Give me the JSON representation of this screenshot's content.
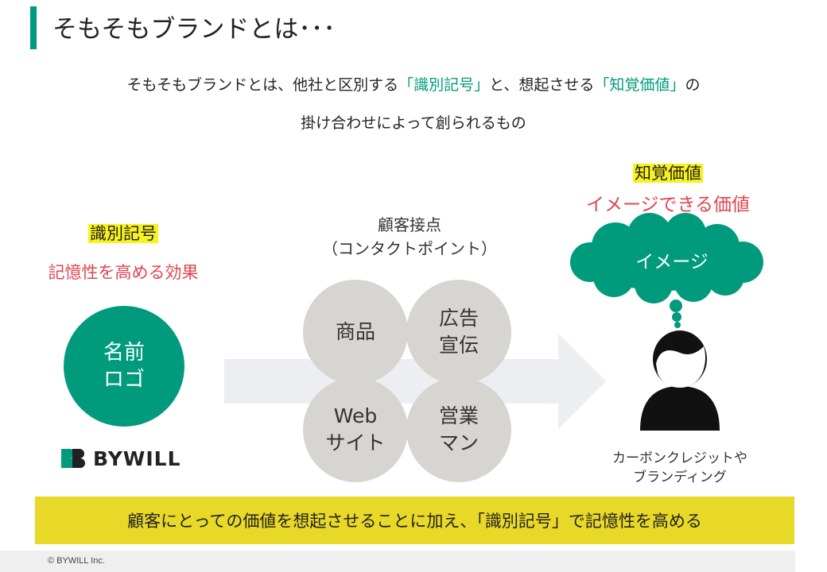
{
  "title": "そもそもブランドとは･･･",
  "intro": {
    "line1_part1": "そもそもブランドとは、他社と区別する",
    "line1_term1": "「識別記号」",
    "line1_part2": "と、想起させる",
    "line1_term2": "「知覚価値」",
    "line1_part3": "の",
    "line2": "掛け合わせによって創られるもの"
  },
  "identifier": {
    "label": "識別記号",
    "effect": "記憶性を高める効果",
    "circle_line1": "名前",
    "circle_line2": "ロゴ",
    "logo_text": "BYWILL"
  },
  "touchpoints": {
    "title_line1": "顧客接点",
    "title_line2": "（コンタクトポイント）",
    "items": [
      {
        "line1": "商品",
        "line2": ""
      },
      {
        "line1": "広告",
        "line2": "宣伝"
      },
      {
        "line1": "Web",
        "line2": "サイト"
      },
      {
        "line1": "営業",
        "line2": "マン"
      }
    ]
  },
  "perceived_value": {
    "label": "知覚価値",
    "subtitle": "イメージできる価値",
    "cloud_text": "イメージ",
    "caption_line1": "カーボンクレジットや",
    "caption_line2": "ブランディング"
  },
  "summary": "顧客にとっての価値を想起させることに加え、「識別記号」で記憶性を高める",
  "footer": "© BYWILL Inc.",
  "colors": {
    "teal": "#009b7d",
    "highlight": "#f8f21d",
    "red": "#e0464f",
    "band": "#e8d828",
    "circle_gray": "#d7d5d2",
    "arrow_gray": "#eceef2"
  }
}
